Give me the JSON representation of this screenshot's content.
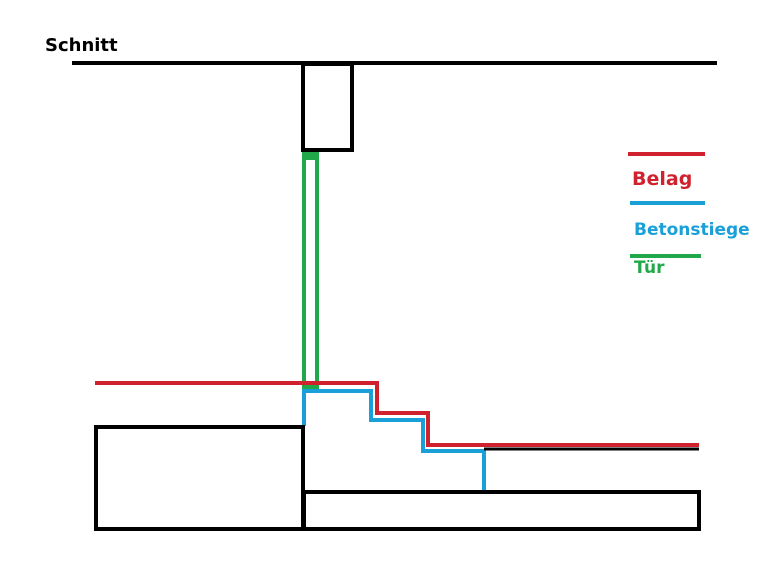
{
  "diagram": {
    "title": "Schnitt",
    "legend": [
      {
        "label": "Belag",
        "color": "#d0212e"
      },
      {
        "label": "Betonstiege",
        "color": "#1aa0d8"
      },
      {
        "label": "Tür",
        "color": "#21a84a"
      }
    ],
    "structure_color": "#000000"
  }
}
